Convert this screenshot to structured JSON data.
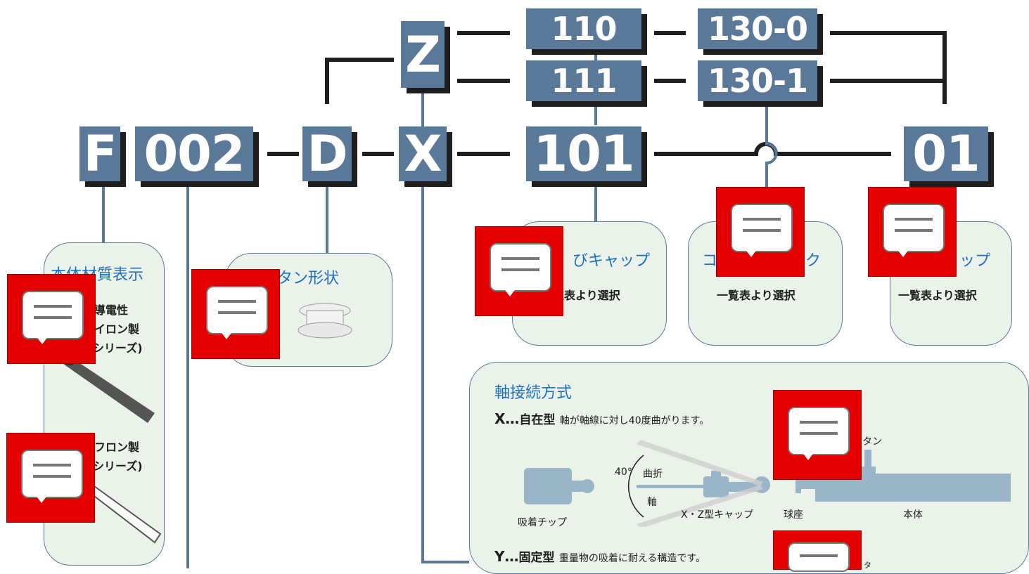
{
  "codes": {
    "f": "F",
    "body_no": "002",
    "button": "D",
    "joint_x": "X",
    "joint_z": "Z",
    "cap_101": "101",
    "cap_110": "110",
    "cap_111": "111",
    "mid_130_0": "130-0",
    "mid_130_1": "130-1",
    "end_01": "01"
  },
  "bubbles": {
    "material": {
      "title": "本体材質表示",
      "line1": "導電性",
      "line2": "イロン製",
      "line3": "シリーズ)",
      "line4": "フロン製",
      "line5": "シリーズ)"
    },
    "button_shape": {
      "title": "ボタン形状"
    },
    "cap": {
      "title": "びキャップ",
      "text": "覧表より選択"
    },
    "middle": {
      "title_left": "コ",
      "title_right": "ク",
      "text": "一覧表より選択"
    },
    "end": {
      "title": "ップ",
      "text": "一覧表より選択"
    }
  },
  "joint": {
    "title": "軸接続方式",
    "x_prefix": "X…",
    "x_type": "自在型",
    "x_desc": "軸が軸線に対し40度曲がります。",
    "angle": "40°",
    "bend": "曲折",
    "axis": "軸",
    "tip": "吸着チップ",
    "cap_label": "X・Z型キャップ",
    "seat": "球座",
    "body": "本体",
    "button_partial": "タン",
    "y_prefix": "Y…",
    "y_type": "固定型",
    "y_desc": "重量物の吸着に耐える構造です。",
    "y_partial": "タ"
  },
  "colors": {
    "code_box": "#5a7898",
    "shadow": "#1e1e1e",
    "bubble": "#eaf2ea",
    "title_blue": "#1f6fc0",
    "annotation_red": "#e50000"
  }
}
